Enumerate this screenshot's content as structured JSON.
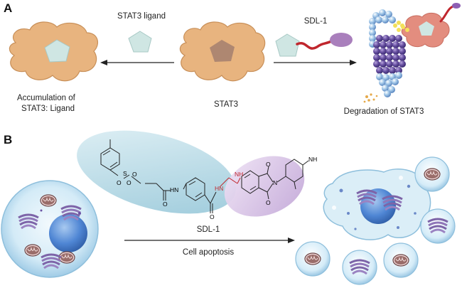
{
  "panel_a": {
    "label": "A",
    "ligand_label": "STAT3 ligand",
    "protac_label": "SDL-1",
    "left_caption_line1": "Accumulation of",
    "left_caption_line2": "STAT3: Ligand",
    "center_caption": "STAT3",
    "right_caption": "Degradation of STAT3"
  },
  "panel_b": {
    "label": "B",
    "arrow_label_top": "SDL-1",
    "arrow_label_bottom": "Cell apoptosis",
    "chem_atoms": {
      "s": "S",
      "o1": "O",
      "o2": "O",
      "o3": "O",
      "o4": "O",
      "o5": "O",
      "o6": "O",
      "o7": "O",
      "hn1": "HN",
      "hn2": "HN",
      "nh": "NH",
      "n": "N",
      "nh2": "NH"
    }
  },
  "colors": {
    "stat3": "#e8b47f",
    "ligand": "#cfe6e3",
    "linker": "#c0262d",
    "e3": "#a97fbc",
    "proteasome_dark": "#5a4596",
    "proteasome_light": "#a9cdeb",
    "cell": "#cfe8f7",
    "nucleus": "#4f86d4",
    "blob_blue": "#b9dbe8",
    "blob_purple": "#dcc9e8"
  }
}
